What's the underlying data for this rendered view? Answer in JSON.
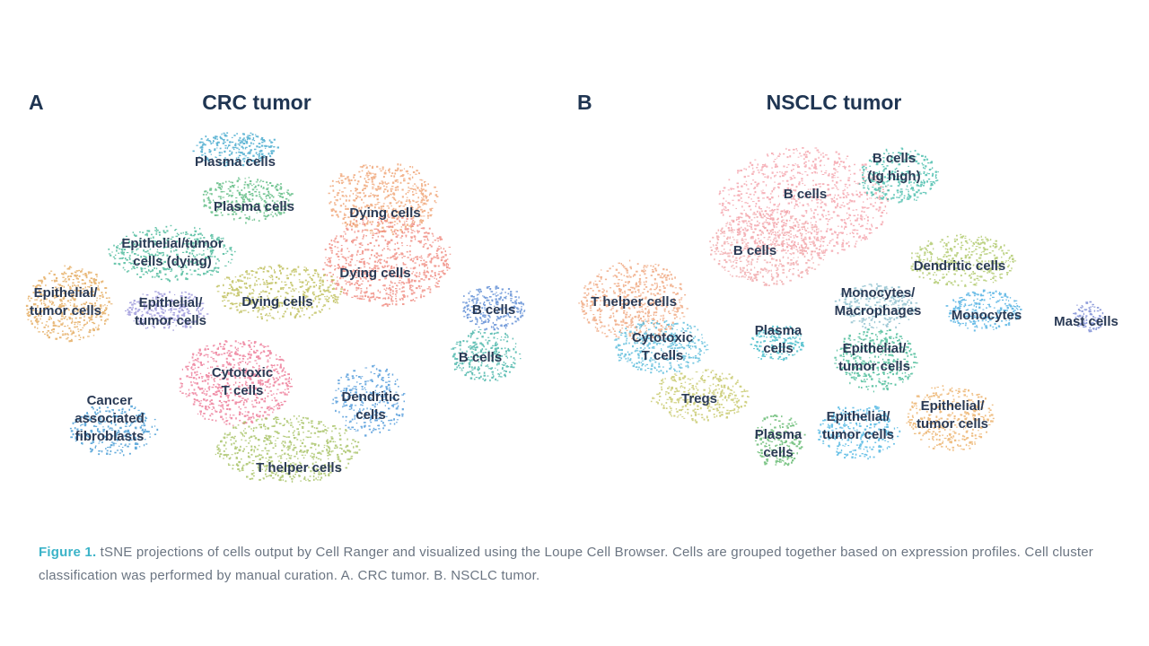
{
  "panels": [
    {
      "letter": "A",
      "title": "CRC tumor",
      "clusters": [
        {
          "lines": [
            "Plasma cells"
          ],
          "color": "#2f9fc8"
        },
        {
          "lines": [
            "Plasma cells"
          ],
          "color": "#4bb374"
        },
        {
          "lines": [
            "Dying cells"
          ],
          "color": "#ee9b68"
        },
        {
          "lines": [
            "Dying cells"
          ],
          "color": "#ee7f74"
        },
        {
          "lines": [
            "Epithelial/tumor",
            "cells (dying)"
          ],
          "color": "#36b28f"
        },
        {
          "lines": [
            "Epithelial/",
            "tumor cells"
          ],
          "color": "#e2a24e"
        },
        {
          "lines": [
            "Epithelial/",
            "tumor cells"
          ],
          "color": "#8f8ad6"
        },
        {
          "lines": [
            "Dying cells"
          ],
          "color": "#b7b848"
        },
        {
          "lines": [
            "B cells"
          ],
          "color": "#4c7fd0"
        },
        {
          "lines": [
            "B cells"
          ],
          "color": "#33ad9f"
        },
        {
          "lines": [
            "Cytotoxic",
            "T cells"
          ],
          "color": "#eb6d8d"
        },
        {
          "lines": [
            "Dendritic",
            "cells"
          ],
          "color": "#3c8ed6"
        },
        {
          "lines": [
            "Cancer",
            "associated",
            "fibroblasts"
          ],
          "color": "#2f8fd0"
        },
        {
          "lines": [
            "T helper cells"
          ],
          "color": "#9dbb54"
        }
      ]
    },
    {
      "letter": "B",
      "title": "NSCLC tumor",
      "clusters": [
        {
          "lines": [
            "B cells"
          ],
          "color": "#f39aa4"
        },
        {
          "lines": [
            "B cells",
            "(Ig high)"
          ],
          "color": "#35b6a3"
        },
        {
          "lines": [
            "B cells"
          ],
          "color": "#f0a1a3"
        },
        {
          "lines": [
            "Dendritic cells"
          ],
          "color": "#a8c45c"
        },
        {
          "lines": [
            "T helper cells"
          ],
          "color": "#ee9e72"
        },
        {
          "lines": [
            "Monocytes/",
            "Macrophages"
          ],
          "color": "#7fb8c7"
        },
        {
          "lines": [
            "Monocytes"
          ],
          "color": "#3ba7e0"
        },
        {
          "lines": [
            "Mast cells"
          ],
          "color": "#6c7ed0"
        },
        {
          "lines": [
            "Cytotoxic",
            "T cells"
          ],
          "color": "#49b5d8"
        },
        {
          "lines": [
            "Plasma",
            "cells"
          ],
          "color": "#2eb4c4"
        },
        {
          "lines": [
            "Epithelial/",
            "tumor cells"
          ],
          "color": "#33b38c"
        },
        {
          "lines": [
            "Tregs"
          ],
          "color": "#c1c25a"
        },
        {
          "lines": [
            "Epithelial/",
            "tumor cells"
          ],
          "color": "#3aaee0"
        },
        {
          "lines": [
            "Epithelial/",
            "tumor cells"
          ],
          "color": "#eaa95a"
        },
        {
          "lines": [
            "Plasma",
            "cells"
          ],
          "color": "#52b260"
        }
      ]
    }
  ],
  "caption": {
    "figure_label": "Figure 1.",
    "text": " tSNE projections of cells output by Cell Ranger and visualized using the Loupe Cell Browser. Cells are grouped together based on expression profiles. Cell cluster classification was performed by manual curation. A. CRC tumor. B. NSCLC tumor."
  }
}
